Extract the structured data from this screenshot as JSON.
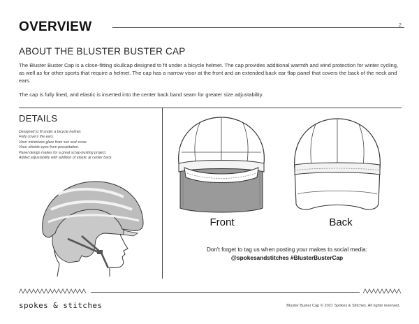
{
  "header": {
    "title": "OVERVIEW",
    "page_number": "2"
  },
  "about": {
    "heading": "ABOUT THE BLUSTER BUSTER CAP",
    "paragraphs": [
      "The Bluster Buster Cap is a close-fitting skullcap designed to fit under a bicycle helmet. The cap provides additional warmth and wind protection for winter cycling, as well as for other sports that require a helmet. The cap has a narrow visor at the front and an extended back ear flap panel that covers the back of the neck and ears.",
      "The cap is fully lined, and elastic is inserted into the center back band seam for greater size adjustability."
    ]
  },
  "details": {
    "heading": "DETAILS",
    "items": [
      "Designed to fit under a bicycle helmet.",
      "Fully covers the ears.",
      "Visor minimizes glare from sun and snow.",
      "Visor shields eyes from precipitation.",
      "Panel design makes for a great scrap-busting project.",
      "Added adjustability with addition of elastic at center back."
    ]
  },
  "views": {
    "front_label": "Front",
    "back_label": "Back"
  },
  "social": {
    "message": "Don't forget to tag us when posting your makes to social media:",
    "tags": "@spokesandstitches #BlusterBusterCap"
  },
  "footer": {
    "brand": "spokes & stitches",
    "copyright": "Bluster Buster Cap © 2021 Spokes & Stitches. All rights reserved."
  },
  "icons": {
    "helmet": "helmet-illustration",
    "cap_front": "cap-front-illustration",
    "cap_back": "cap-back-illustration"
  },
  "colors": {
    "cap_lining": "#9a9a9a",
    "helmet_fill": "#bdbdbd",
    "rule": "#444444"
  }
}
